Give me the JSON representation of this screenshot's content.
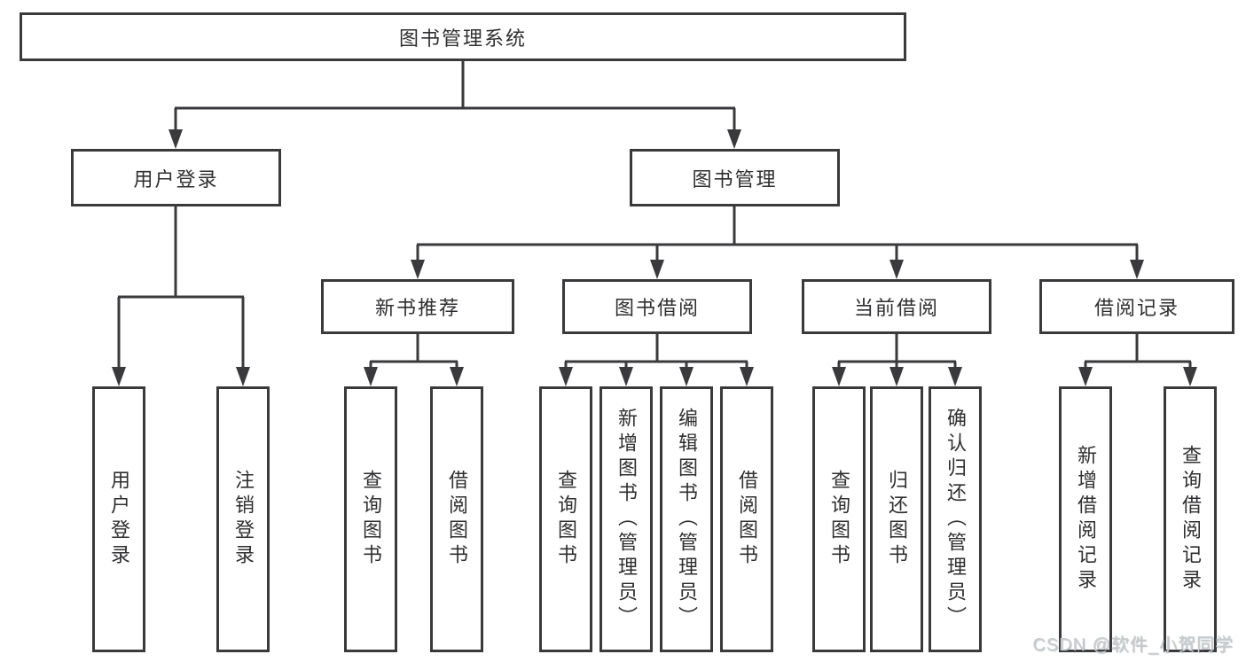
{
  "diagram": {
    "tree": {
      "root": "图书管理系统",
      "branches": [
        {
          "label": "用户登录",
          "children": [
            "用户登录",
            "注销登录"
          ]
        },
        {
          "label": "图书管理",
          "sections": [
            {
              "label": "新书推荐",
              "children": [
                "查询图书",
                "借阅图书"
              ]
            },
            {
              "label": "图书借阅",
              "children": [
                "查询图书",
                "新增图书（管理员）",
                "编辑图书（管理员）",
                "借阅图书"
              ]
            },
            {
              "label": "当前借阅",
              "children": [
                "查询图书",
                "归还图书",
                "确认归还（管理员）"
              ]
            },
            {
              "label": "借阅记录",
              "children": [
                "新增借阅记录",
                "查询借阅记录"
              ]
            }
          ]
        }
      ]
    },
    "colors": {
      "line": "#3a3a3c",
      "text": "#2f2f31",
      "background": "#ffffff",
      "watermark": "#c7ccd0"
    }
  },
  "watermark": {
    "text": "CSDN @软件_小贺同学"
  }
}
